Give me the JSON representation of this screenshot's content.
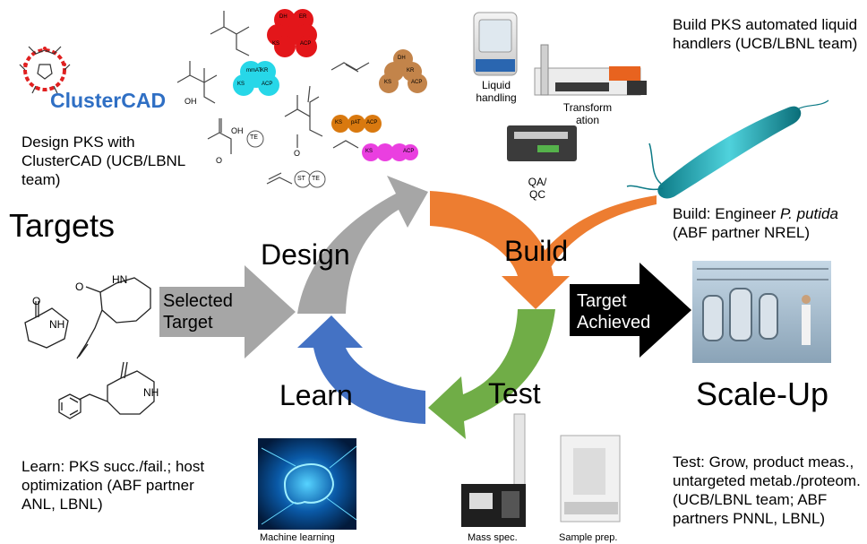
{
  "logo": {
    "name": "ClusterCAD"
  },
  "texts": {
    "design_pks": "Design PKS with ClusterCAD (UCB/LBNL team)",
    "targets": "Targets",
    "selected_target": "Selected Target",
    "learn_desc": "Learn: PKS succ./fail.; host optimization (ABF partner ANL, LBNL)",
    "build_pks": "Build PKS automated liquid handlers (UCB/LBNL team)",
    "build_putida_prefix": "Build: Engineer ",
    "build_putida_species": "P. putida",
    "build_putida_suffix": " (ABF partner NREL)",
    "target_achieved": "Target Achieved",
    "scale_up": "Scale-Up",
    "test_desc": "Test: Grow, product meas., untargeted metab./proteom. (UCB/LBNL team; ABF partners PNNL, LBNL)"
  },
  "cycle": {
    "design": "Design",
    "build": "Build",
    "test": "Test",
    "learn": "Learn"
  },
  "captions": {
    "liquid_handling": "Liquid handling",
    "transformation": "Transform ation",
    "qa_qc": "QA/ QC",
    "machine_learning": "Machine learning",
    "mass_spec": "Mass spec.",
    "sample_prep": "Sample prep."
  },
  "chem_labels": {
    "oh1": "OH",
    "oh2": "OH",
    "o1": "O",
    "o2": "O",
    "nh1": "NH",
    "hn": "HN",
    "o3": "O",
    "o4": "O",
    "nh2": "NH"
  },
  "domains": {
    "te": "TE",
    "st": "ST",
    "ks": "KS",
    "acp": "ACP",
    "at": "mmAT",
    "kr": "KR",
    "dh": "DH",
    "er": "ER",
    "pat": "pAT"
  },
  "colors": {
    "gray": "#a6a6a6",
    "orange": "#ed7d31",
    "green": "#70ad47",
    "blue": "#4472c4",
    "black": "#000000",
    "logo_blue": "#2f6fc4"
  }
}
